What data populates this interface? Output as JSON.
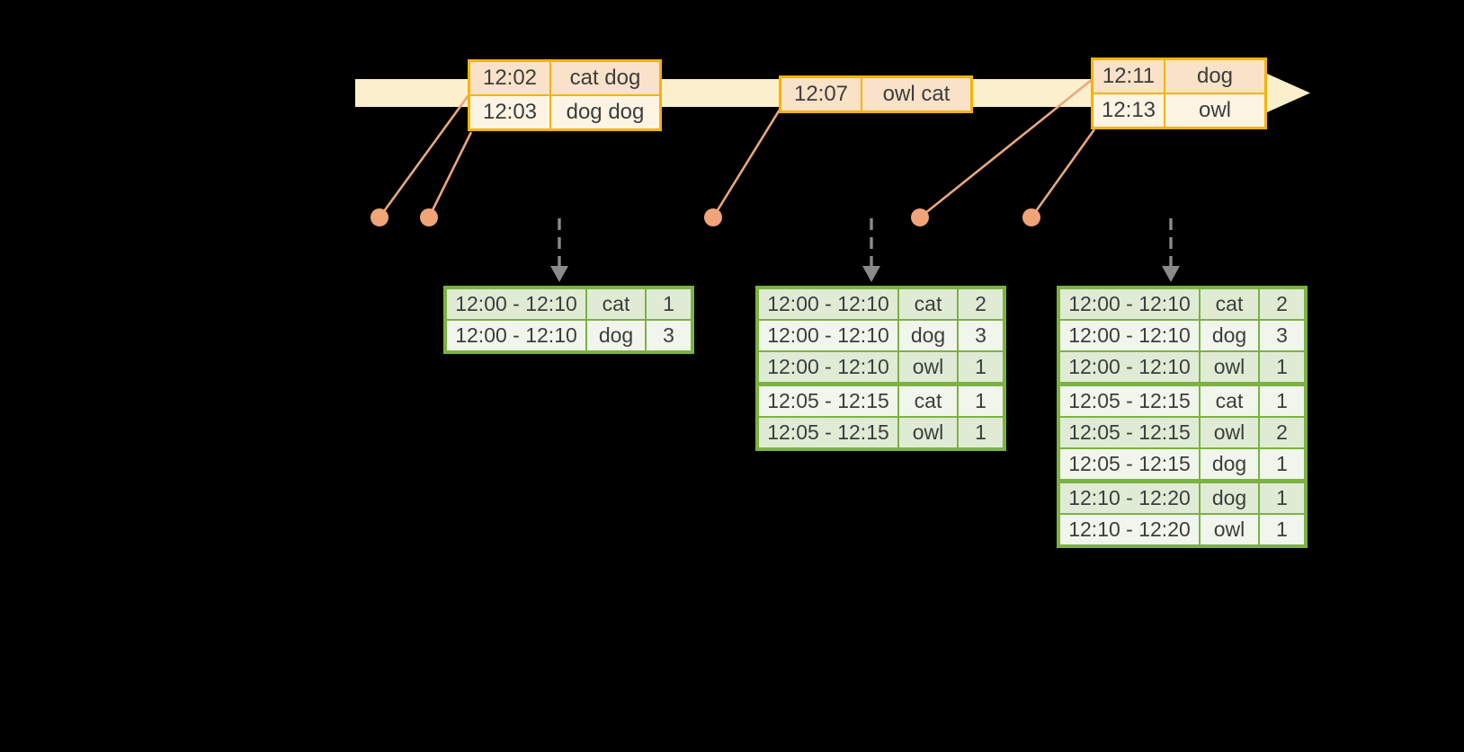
{
  "colors": {
    "background": "#000000",
    "timeline_band": "#FBF0CB",
    "event_border": "#F4B400",
    "event_row_peach": "#FAE2C8",
    "event_row_cream": "#FDF4E4",
    "connector": "#E9A77D",
    "dot": "#F0A478",
    "trigger_arrow": "#8A8A8A",
    "result_border": "#7BB242",
    "result_row_dark": "#E0EBD6",
    "result_row_light": "#F1F6EC",
    "text": "#3D3D3D"
  },
  "event_tables": [
    {
      "rows": [
        {
          "time": "12:02",
          "words": "cat dog"
        },
        {
          "time": "12:03",
          "words": "dog dog"
        }
      ]
    },
    {
      "rows": [
        {
          "time": "12:07",
          "words": "owl cat"
        }
      ]
    },
    {
      "rows": [
        {
          "time": "12:11",
          "words": "dog"
        },
        {
          "time": "12:13",
          "words": "owl"
        }
      ]
    }
  ],
  "result_tables": [
    {
      "rows": [
        {
          "window": "12:00 - 12:10",
          "word": "cat",
          "count": "1"
        },
        {
          "window": "12:00 - 12:10",
          "word": "dog",
          "count": "3"
        }
      ]
    },
    {
      "rows": [
        {
          "window": "12:00 - 12:10",
          "word": "cat",
          "count": "2"
        },
        {
          "window": "12:00 - 12:10",
          "word": "dog",
          "count": "3"
        },
        {
          "window": "12:00 - 12:10",
          "word": "owl",
          "count": "1"
        },
        {
          "window": "12:05 - 12:15",
          "word": "cat",
          "count": "1"
        },
        {
          "window": "12:05 - 12:15",
          "word": "owl",
          "count": "1"
        }
      ]
    },
    {
      "rows": [
        {
          "window": "12:00 - 12:10",
          "word": "cat",
          "count": "2"
        },
        {
          "window": "12:00 - 12:10",
          "word": "dog",
          "count": "3"
        },
        {
          "window": "12:00 - 12:10",
          "word": "owl",
          "count": "1"
        },
        {
          "window": "12:05 - 12:15",
          "word": "cat",
          "count": "1"
        },
        {
          "window": "12:05 - 12:15",
          "word": "owl",
          "count": "2"
        },
        {
          "window": "12:05 - 12:15",
          "word": "dog",
          "count": "1"
        },
        {
          "window": "12:10 - 12:20",
          "word": "dog",
          "count": "1"
        },
        {
          "window": "12:10 - 12:20",
          "word": "owl",
          "count": "1"
        }
      ]
    }
  ]
}
